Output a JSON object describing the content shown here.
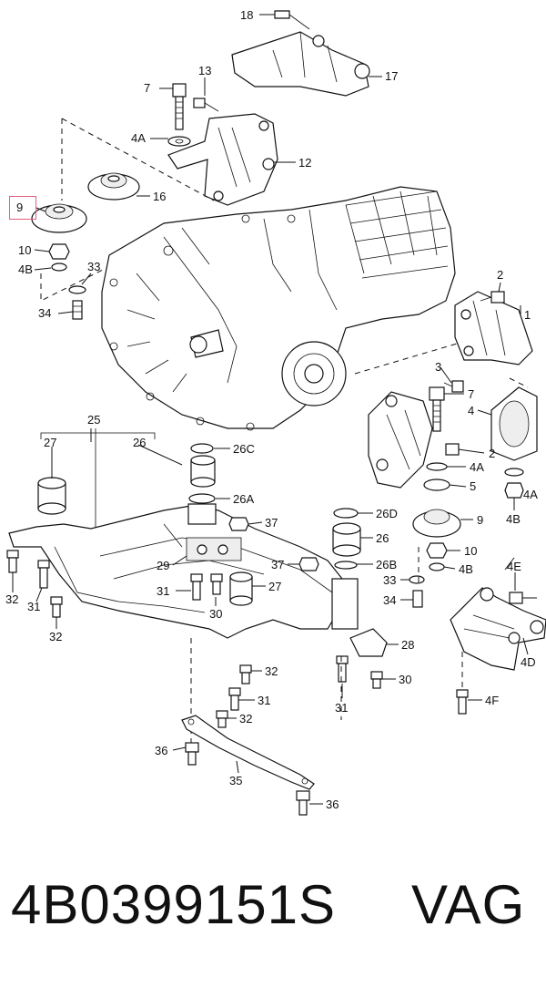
{
  "diagram": {
    "callouts": [
      {
        "id": "c18",
        "text": "18"
      },
      {
        "id": "c17",
        "text": "17"
      },
      {
        "id": "c7a",
        "text": "7"
      },
      {
        "id": "c13",
        "text": "13"
      },
      {
        "id": "c4a1",
        "text": "4A"
      },
      {
        "id": "c12",
        "text": "12"
      },
      {
        "id": "c16",
        "text": "16"
      },
      {
        "id": "c9a",
        "text": "9"
      },
      {
        "id": "c10a",
        "text": "10"
      },
      {
        "id": "c4b1",
        "text": "4B"
      },
      {
        "id": "c33a",
        "text": "33"
      },
      {
        "id": "c34a",
        "text": "34"
      },
      {
        "id": "c2a",
        "text": "2"
      },
      {
        "id": "c1",
        "text": "1"
      },
      {
        "id": "c3",
        "text": "3"
      },
      {
        "id": "c7b",
        "text": "7"
      },
      {
        "id": "c4c",
        "text": "4"
      },
      {
        "id": "c2b",
        "text": "2"
      },
      {
        "id": "c4a2",
        "text": "4A"
      },
      {
        "id": "c5",
        "text": "5"
      },
      {
        "id": "c4a3",
        "text": "4A"
      },
      {
        "id": "c9b",
        "text": "9"
      },
      {
        "id": "c4b2",
        "text": "4B"
      },
      {
        "id": "c10b",
        "text": "10"
      },
      {
        "id": "c4b3",
        "text": "4B"
      },
      {
        "id": "c4e",
        "text": "4E"
      },
      {
        "id": "c4d",
        "text": "4D"
      },
      {
        "id": "c4f",
        "text": "4F"
      },
      {
        "id": "c25",
        "text": "25"
      },
      {
        "id": "c27a",
        "text": "27"
      },
      {
        "id": "c26a",
        "text": "26"
      },
      {
        "id": "c26c",
        "text": "26C"
      },
      {
        "id": "c26a2",
        "text": "26A"
      },
      {
        "id": "c37a",
        "text": "37"
      },
      {
        "id": "c26d",
        "text": "26D"
      },
      {
        "id": "c26b2",
        "text": "26"
      },
      {
        "id": "c37b",
        "text": "37"
      },
      {
        "id": "c26b",
        "text": "26B"
      },
      {
        "id": "c33b",
        "text": "33"
      },
      {
        "id": "c34b",
        "text": "34"
      },
      {
        "id": "c29",
        "text": "29"
      },
      {
        "id": "c31a",
        "text": "31"
      },
      {
        "id": "c27b",
        "text": "27"
      },
      {
        "id": "c30a",
        "text": "30"
      },
      {
        "id": "c32a",
        "text": "32"
      },
      {
        "id": "c31b",
        "text": "31"
      },
      {
        "id": "c32b",
        "text": "32"
      },
      {
        "id": "c28",
        "text": "28"
      },
      {
        "id": "c32c",
        "text": "32"
      },
      {
        "id": "c30b",
        "text": "30"
      },
      {
        "id": "c31c",
        "text": "31"
      },
      {
        "id": "c32d",
        "text": "32"
      },
      {
        "id": "c31d",
        "text": "31"
      },
      {
        "id": "c36a",
        "text": "36"
      },
      {
        "id": "c35",
        "text": "35"
      },
      {
        "id": "c36b",
        "text": "36"
      }
    ]
  },
  "footer": {
    "part_number": "4B0399151S",
    "brand": "VAG"
  },
  "highlight": {
    "color": "#e0607a"
  }
}
